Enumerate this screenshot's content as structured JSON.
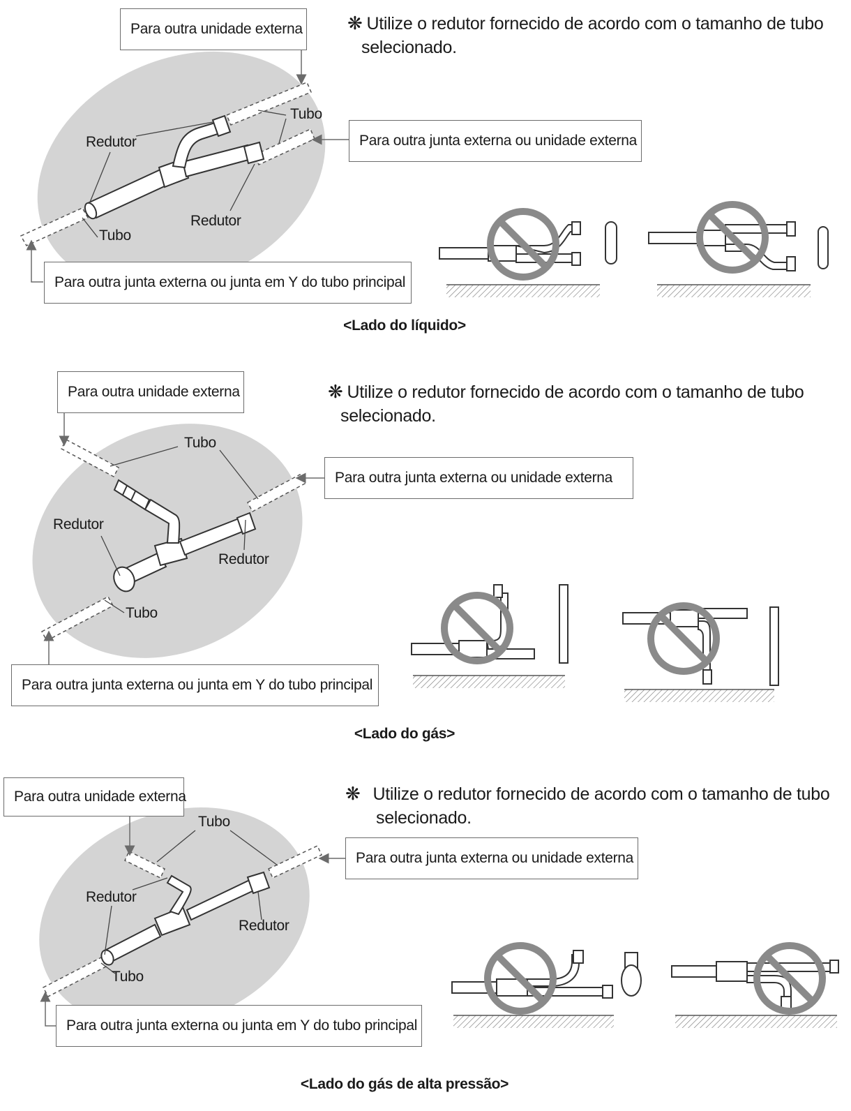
{
  "sections": [
    {
      "id": "liquid",
      "note_symbol": "❋",
      "note_line1": "Utilize o redutor fornecido de acordo com o tamanho de tubo",
      "note_line2": "selecionado.",
      "box_top": "Para outra unidade externa",
      "box_right": "Para outra junta externa ou unidade externa",
      "box_bottom": "Para outra junta externa ou junta em Y do tubo principal",
      "label_reducer_1": "Redutor",
      "label_reducer_2": "Redutor",
      "label_pipe_1": "Tubo",
      "label_pipe_2": "Tubo",
      "caption": "<Lado do líquido>"
    },
    {
      "id": "gas",
      "note_symbol": "❋",
      "note_line1": "Utilize o redutor fornecido de acordo com o tamanho de tubo",
      "note_line2": "selecionado.",
      "box_top": "Para outra unidade externa",
      "box_right": "Para outra junta externa ou unidade externa",
      "box_bottom": "Para outra junta externa ou junta em Y do tubo principal",
      "label_reducer_1": "Redutor",
      "label_reducer_2": "Redutor",
      "label_pipe_1": "Tubo",
      "label_pipe_2": "Tubo",
      "caption": "<Lado do gás>"
    },
    {
      "id": "high-pressure-gas",
      "note_symbol": "❋",
      "note_line1": "Utilize o redutor fornecido de acordo com o tamanho de tubo",
      "note_line2": "selecionado.",
      "box_top": "Para outra unidade externa",
      "box_right": "Para outra junta externa ou unidade externa",
      "box_bottom": "Para outra junta externa ou junta em Y do tubo principal",
      "label_reducer_1": "Redutor",
      "label_reducer_2": "Redutor",
      "label_pipe_1": "Tubo",
      "label_pipe_2": "Tubo",
      "caption": "<Lado do gás de alta pressão>"
    }
  ],
  "colors": {
    "ellipse_fill": "#d4d4d4",
    "prohibition_ring": "#8a8a8a",
    "line": "#4a4a4a"
  }
}
